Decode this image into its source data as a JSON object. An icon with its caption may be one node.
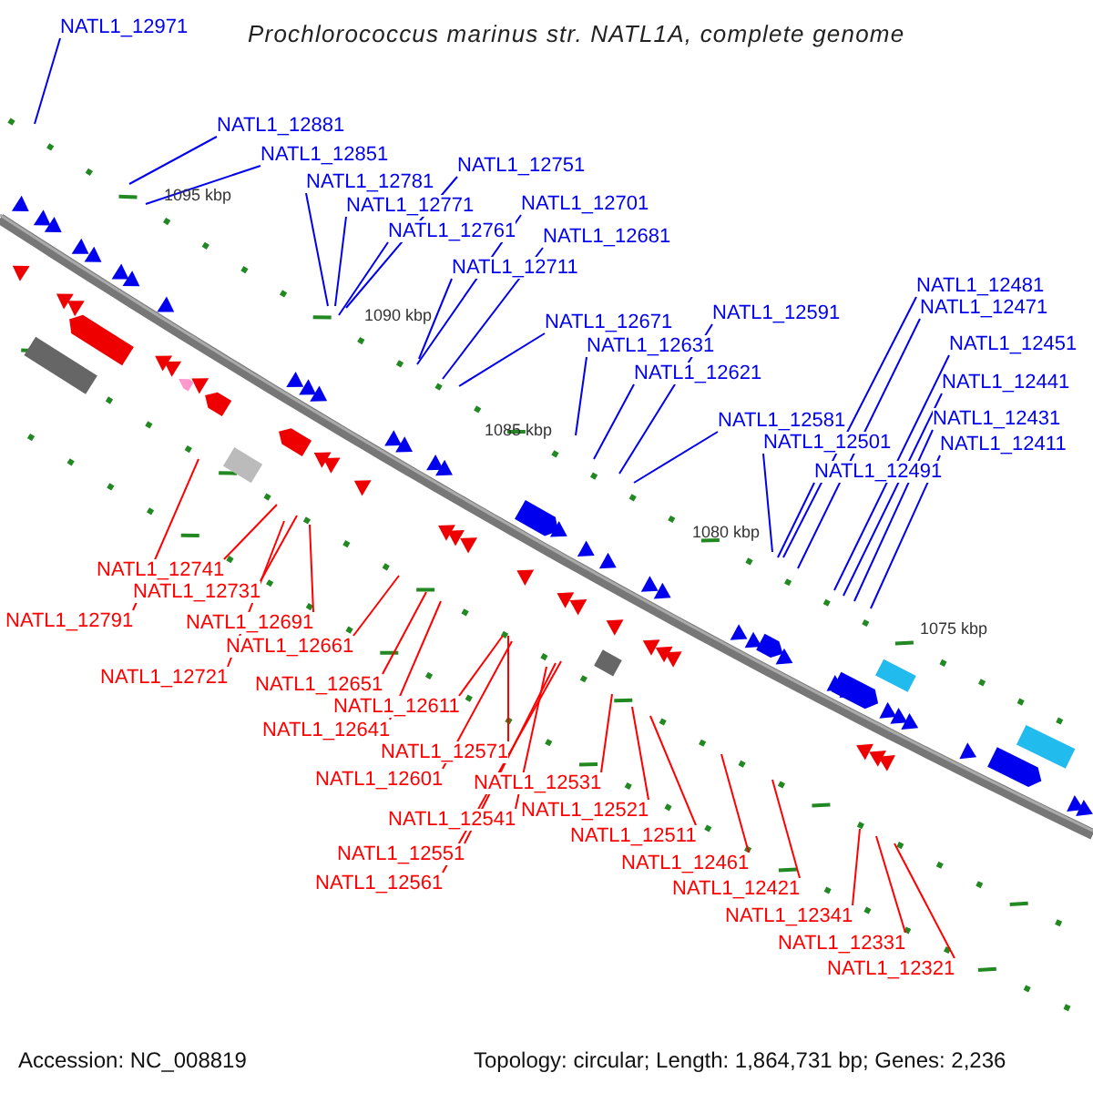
{
  "diagram": {
    "title": "Prochlorococcus marinus str. NATL1A, complete genome",
    "nodes": [
      {
        "text": [
          "NATL1_12971"
        ]
      },
      {
        "text": [
          "NATL1_12881"
        ]
      },
      {
        "text": [
          "NATL1_12851"
        ]
      },
      {
        "text": [
          "NATL1_12781"
        ]
      },
      {
        "text": [
          "NATL1_12771"
        ]
      },
      {
        "text": [
          "NATL1_12761"
        ]
      },
      {
        "text": [
          "NATL1_12751"
        ]
      },
      {
        "text": [
          "NATL1_12701"
        ]
      },
      {
        "text": [
          "NATL1_12681"
        ]
      },
      {
        "text": [
          "NATL1_12711"
        ]
      },
      {
        "text": [
          "NATL1_12671"
        ]
      },
      {
        "text": [
          "NATL1_12631"
        ]
      },
      {
        "text": [
          "NATL1_12621"
        ]
      },
      {
        "text": [
          "NATL1_12591"
        ]
      },
      {
        "text": [
          "NATL1_12581"
        ]
      },
      {
        "text": [
          "NATL1_12501"
        ]
      },
      {
        "text": [
          "NATL1_12491"
        ]
      },
      {
        "text": [
          "NATL1_12481"
        ]
      },
      {
        "text": [
          "NATL1_12471"
        ]
      },
      {
        "text": [
          "NATL1_12451"
        ]
      },
      {
        "text": [
          "NATL1_12441"
        ]
      },
      {
        "text": [
          "NATL1_12431"
        ]
      },
      {
        "text": [
          "NATL1_12411"
        ]
      },
      {
        "text": [
          "NATL1_12741"
        ]
      },
      {
        "text": [
          "NATL1_12731"
        ]
      },
      {
        "text": [
          "NATL1_12791"
        ]
      },
      {
        "text": [
          "NATL1_12691"
        ]
      },
      {
        "text": [
          "NATL1_12661"
        ]
      },
      {
        "text": [
          "NATL1_12721"
        ]
      },
      {
        "text": [
          "NATL1_12651"
        ]
      },
      {
        "text": [
          "NATL1_12611"
        ]
      },
      {
        "text": [
          "NATL1_12641"
        ]
      },
      {
        "text": [
          "NATL1_12571"
        ]
      },
      {
        "text": [
          "NATL1_12601"
        ]
      },
      {
        "text": [
          "NATL1_12531"
        ]
      },
      {
        "text": [
          "NATL1_12541"
        ]
      },
      {
        "text": [
          "NATL1_12521"
        ]
      },
      {
        "text": [
          "NATL1_12551"
        ]
      },
      {
        "text": [
          "NATL1_12511"
        ]
      },
      {
        "text": [
          "NATL1_12561"
        ]
      },
      {
        "text": [
          "NATL1_12461"
        ]
      },
      {
        "text": [
          "NATL1_12421"
        ]
      },
      {
        "text": [
          "NATL1_12341"
        ]
      },
      {
        "text": [
          "NATL1_12331"
        ]
      },
      {
        "text": [
          "NATL1_12321"
        ]
      }
    ],
    "edges": [
      {
        "from": 0,
        "to": null,
        "arrow": "none"
      },
      {
        "from": 1,
        "to": null,
        "arrow": "none"
      },
      {
        "from": 2,
        "to": null,
        "arrow": "none"
      },
      {
        "from": 3,
        "to": null,
        "arrow": "none"
      },
      {
        "from": 4,
        "to": null,
        "arrow": "none"
      },
      {
        "from": 5,
        "to": null,
        "arrow": "none"
      },
      {
        "from": 6,
        "to": null,
        "arrow": "none"
      },
      {
        "from": 7,
        "to": null,
        "arrow": "none"
      },
      {
        "from": 8,
        "to": null,
        "arrow": "none"
      },
      {
        "from": 9,
        "to": null,
        "arrow": "none"
      },
      {
        "from": 10,
        "to": null,
        "arrow": "none"
      },
      {
        "from": 11,
        "to": null,
        "arrow": "none"
      },
      {
        "from": 12,
        "to": null,
        "arrow": "none"
      },
      {
        "from": 13,
        "to": null,
        "arrow": "none"
      },
      {
        "from": 14,
        "to": null,
        "arrow": "none"
      },
      {
        "from": 15,
        "to": null,
        "arrow": "none"
      },
      {
        "from": 16,
        "to": null,
        "arrow": "none"
      },
      {
        "from": 17,
        "to": null,
        "arrow": "none"
      },
      {
        "from": 18,
        "to": null,
        "arrow": "none"
      },
      {
        "from": 19,
        "to": null,
        "arrow": "none"
      },
      {
        "from": 20,
        "to": null,
        "arrow": "none"
      },
      {
        "from": 21,
        "to": null,
        "arrow": "none"
      },
      {
        "from": 22,
        "to": null,
        "arrow": "none"
      },
      {
        "from": 23,
        "to": null,
        "arrow": "none",
        "color": "#ff0000"
      },
      {
        "from": 24,
        "to": null,
        "arrow": "none",
        "color": "#ff0000"
      },
      {
        "from": 25,
        "to": null,
        "arrow": "none",
        "color": "#ff0000"
      },
      {
        "from": 26,
        "to": null,
        "arrow": "none",
        "color": "#ff0000"
      },
      {
        "from": 27,
        "to": null,
        "arrow": "none",
        "color": "#ff0000"
      },
      {
        "from": 28,
        "to": null,
        "arrow": "none",
        "color": "#ff0000"
      },
      {
        "from": 29,
        "to": null,
        "arrow": "none",
        "color": "#ff0000"
      },
      {
        "from": 30,
        "to": null,
        "arrow": "none",
        "color": "#ff0000"
      },
      {
        "from": 31,
        "to": null,
        "arrow": "none",
        "color": "#ff0000"
      },
      {
        "from": 32,
        "to": null,
        "arrow": "none",
        "color": "#ff0000"
      },
      {
        "from": 33,
        "to": null,
        "arrow": "none",
        "color": "#ff0000"
      },
      {
        "from": 34,
        "to": null,
        "arrow": "none",
        "color": "#ff0000"
      },
      {
        "from": 35,
        "to": null,
        "arrow": "none",
        "color": "#ff0000"
      },
      {
        "from": 36,
        "to": null,
        "arrow": "none",
        "color": "#ff0000"
      },
      {
        "from": 37,
        "to": null,
        "arrow": "none",
        "color": "#ff0000"
      },
      {
        "from": 38,
        "to": null,
        "arrow": "none",
        "color": "#ff0000"
      },
      {
        "from": 39,
        "to": null,
        "arrow": "none",
        "color": "#ff0000"
      },
      {
        "from": 40,
        "to": null,
        "arrow": "none",
        "color": "#ff0000"
      },
      {
        "from": 41,
        "to": null,
        "arrow": "none",
        "color": "#ff0000"
      },
      {
        "from": 42,
        "to": null,
        "arrow": "none",
        "color": "#ff0000"
      },
      {
        "from": 43,
        "to": null,
        "arrow": "none",
        "color": "#ff0000"
      },
      {
        "from": 44,
        "to": null,
        "arrow": "none",
        "color": "#ff0000"
      }
    ],
    "labels": [
      "1095 kbp",
      "1090 kbp",
      "1085 kbp",
      "1080 kbp",
      "1075 kbp",
      "Accession: NC_008819",
      "Topology: circular; Length: 1,864,731 bp; Genes: 2,236"
    ]
  }
}
